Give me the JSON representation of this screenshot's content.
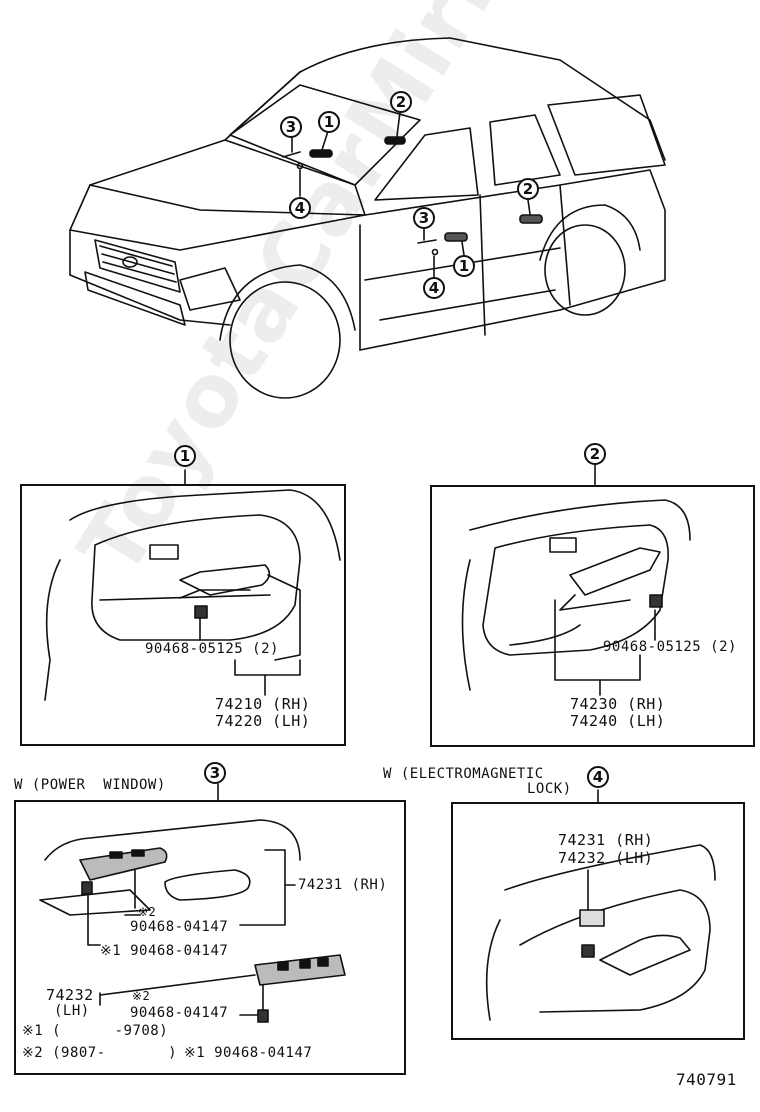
{
  "watermark": "ToyotaCarMirror.ru",
  "vehicle_callouts": [
    "1",
    "2",
    "3",
    "4",
    "1",
    "2",
    "3",
    "4"
  ],
  "panel1": {
    "callout": "1",
    "screw": "90468-05125 (2)",
    "part_rh": "74210 (RH)",
    "part_lh": "74220 (LH)"
  },
  "panel2": {
    "callout": "2",
    "screw": "90468-05125 (2)",
    "part_rh": "74230 (RH)",
    "part_lh": "74240 (LH)"
  },
  "panel3": {
    "heading": "W (POWER  WINDOW)",
    "callout": "3",
    "part_rh": "74231 (RH)",
    "note2_a": "※2",
    "screw_a": "90468-04147",
    "screw_b": "※1 90468-04147",
    "part_lh_num": "74232",
    "part_lh_side": "(LH)",
    "note2_b": "※2",
    "screw_c": "90468-04147",
    "footnote1": "※1 (      -9708)",
    "footnote2": "※2 (9807-       )",
    "screw_d": "※1 90468-04147"
  },
  "panel4": {
    "heading_line1": "W (ELECTROMAGNETIC",
    "heading_line2": "LOCK)",
    "callout": "4",
    "part_rh": "74231 (RH)",
    "part_lh": "74232 (LH)"
  },
  "diagram_id": "740791"
}
